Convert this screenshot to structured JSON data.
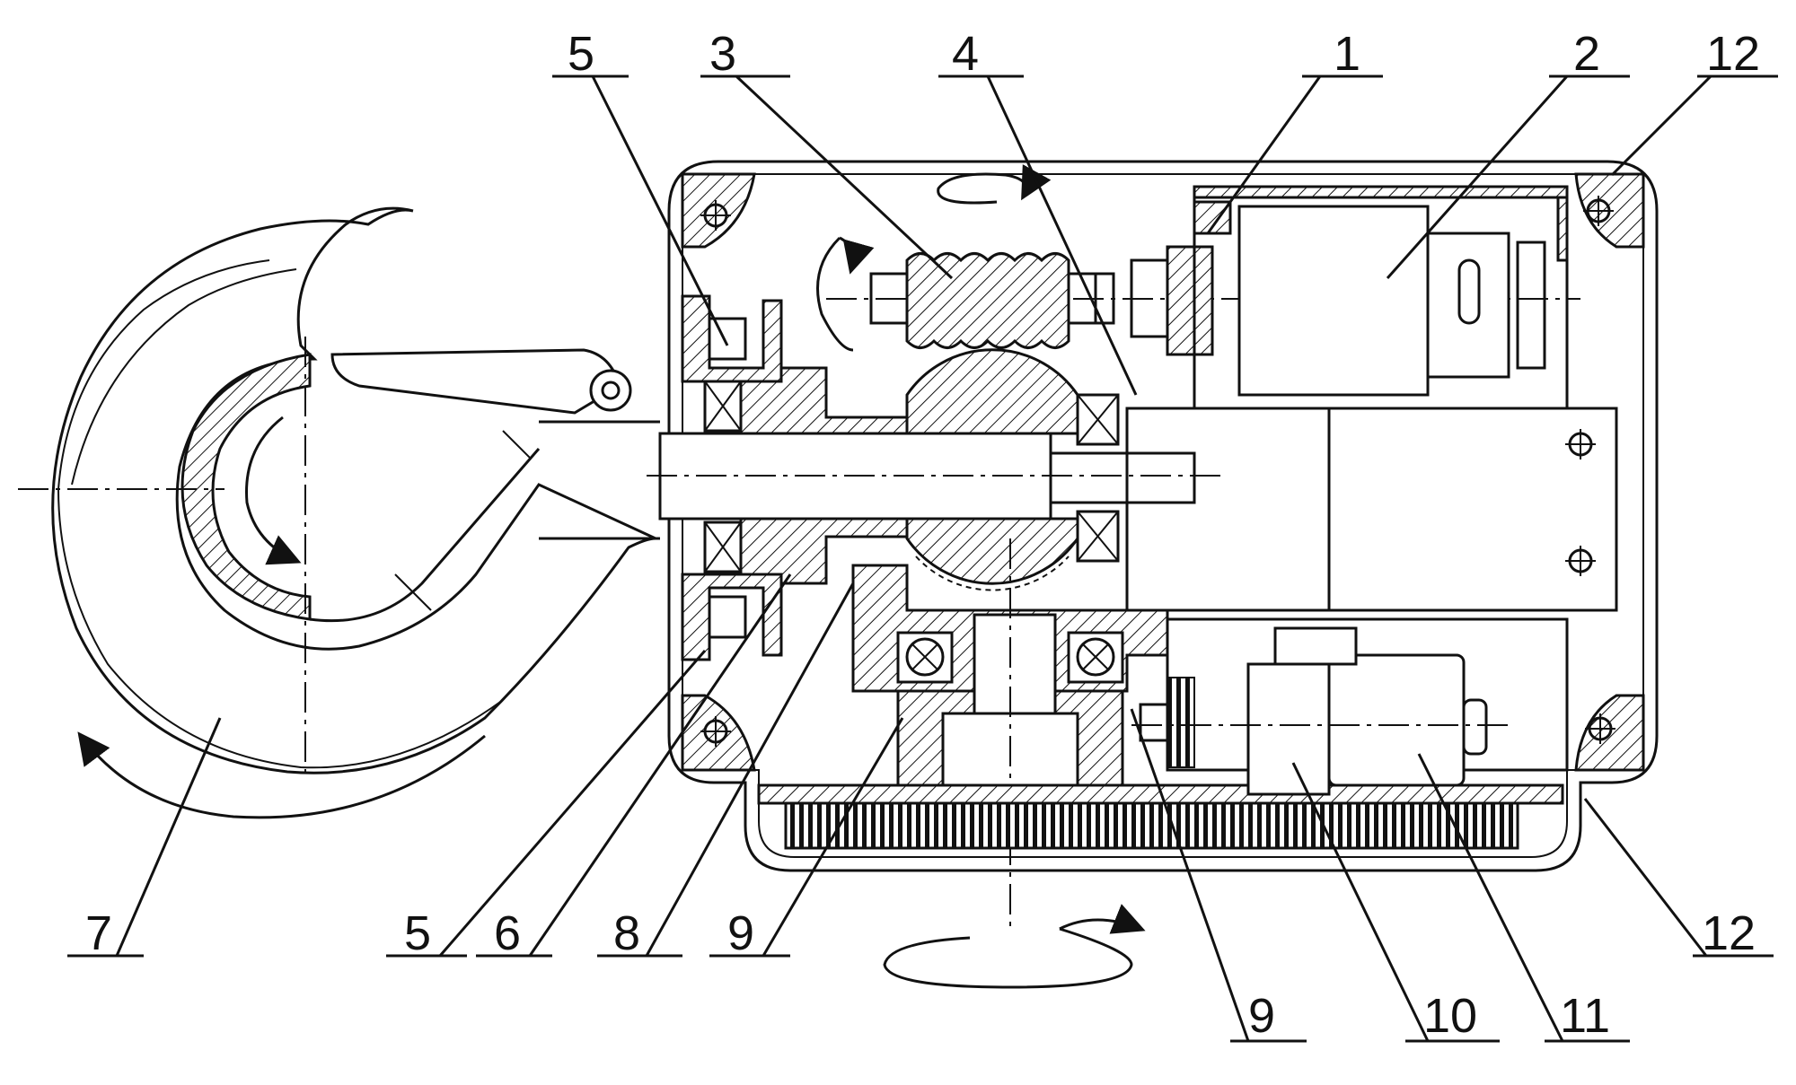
{
  "labels": {
    "n1": "1",
    "n2": "2",
    "n3": "3",
    "n4": "4",
    "n5_top": "5",
    "n5_bottom": "5",
    "n6": "6",
    "n7": "7",
    "n8": "8",
    "n9_left": "9",
    "n9_right": "9",
    "n10": "10",
    "n11": "11",
    "n12_top": "12",
    "n12_bottom": "12"
  },
  "colors": {
    "ink": "#111111",
    "background": "#ffffff"
  }
}
